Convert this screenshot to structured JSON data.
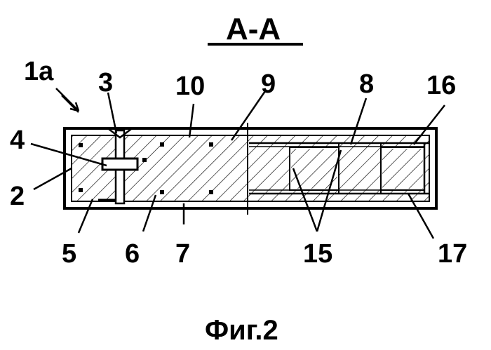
{
  "section_title": "A-A",
  "caption": "Фиг.2",
  "labels": {
    "l1a": "1a",
    "l2": "2",
    "l3": "3",
    "l4": "4",
    "l5": "5",
    "l6": "6",
    "l7": "7",
    "l8": "8",
    "l9": "9",
    "l10": "10",
    "l15": "15",
    "l16": "16",
    "l17": "17"
  }
}
